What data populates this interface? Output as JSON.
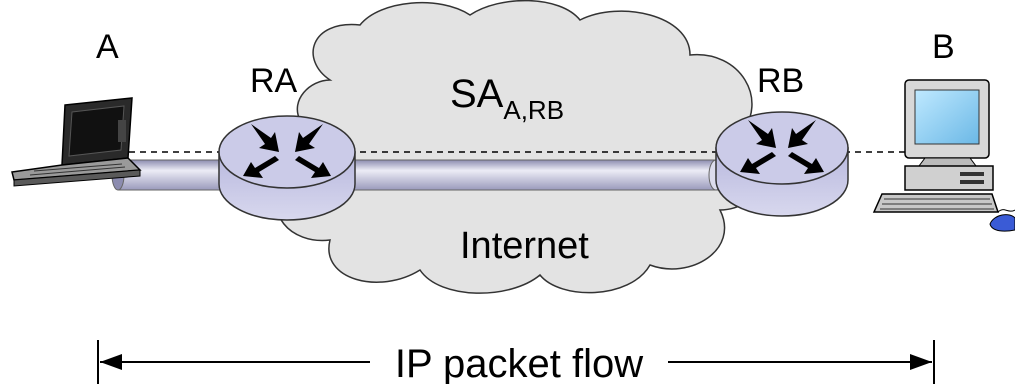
{
  "labels": {
    "host_a": "A",
    "host_b": "B",
    "router_a": "RA",
    "router_b": "RB",
    "sa_main": "SA",
    "sa_sub": "A,RB",
    "cloud": "Internet",
    "flow": "IP packet flow"
  },
  "colors": {
    "cloud_fill": "#e2e2e2",
    "router_fill": "#c9c9e6",
    "tunnel_fill": "#b9b9d4",
    "arrow": "#000000"
  },
  "icons": {
    "laptop": "laptop-icon",
    "desktop": "desktop-computer-icon",
    "router": "router-icon"
  }
}
